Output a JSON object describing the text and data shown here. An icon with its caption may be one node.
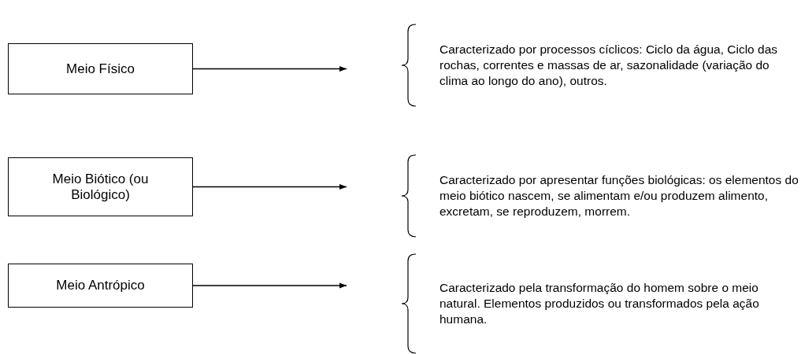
{
  "diagram": {
    "nodes": [
      {
        "text": [
          "Meio Físico"
        ]
      },
      {
        "text": [
          "Caracterizado por processos cíclicos: Ciclo da água, Ciclo das rochas, correntes e massas de ar, sazonalidade (variação do clima ao longo do ano), outros."
        ]
      },
      {
        "text": [
          "Meio Biótico (ou Biológico)"
        ]
      },
      {
        "text": [
          "Caracterizado por apresentar funções biológicas: os elementos do meio biótico nascem, se alimentam e/ou produzem alimento, excretam, se reproduzem, morrem."
        ]
      },
      {
        "text": [
          "Meio Antrópico"
        ]
      },
      {
        "text": [
          "Caracterizado pela transformação do homem sobre o meio natural. Elementos produzidos ou transformados pela ação humana."
        ]
      }
    ],
    "edges": [
      {
        "from": 0,
        "to": 1,
        "arrow": "to"
      },
      {
        "from": 2,
        "to": 3,
        "arrow": "to"
      },
      {
        "from": 4,
        "to": 5,
        "arrow": "to"
      }
    ]
  }
}
